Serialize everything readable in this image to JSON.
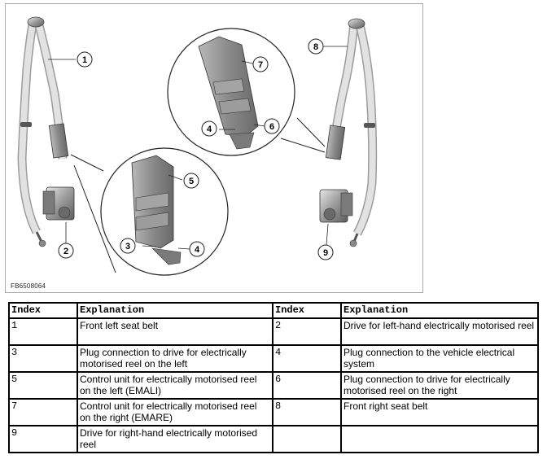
{
  "figure": {
    "id_label": "FB6508064",
    "callouts": [
      "1",
      "2",
      "3",
      "4",
      "5",
      "6",
      "7",
      "4",
      "6",
      "8",
      "9"
    ]
  },
  "table": {
    "headers": [
      "Index",
      "Explanation",
      "Index",
      "Explanation"
    ],
    "rows": [
      [
        {
          "index": "1",
          "text": "Front left seat belt"
        },
        {
          "index": "2",
          "text": "Drive for left-hand electrically motorised reel"
        }
      ],
      [
        {
          "index": "3",
          "text": "Plug connection to drive for electrically motorised reel on the left"
        },
        {
          "index": "4",
          "text": "Plug connection to the vehicle electrical system"
        }
      ],
      [
        {
          "index": "5",
          "text": "Control unit for electrically motorised reel on the left (EMALI)"
        },
        {
          "index": "6",
          "text": "Plug connection to drive for electrically motorised reel on the right"
        }
      ],
      [
        {
          "index": "7",
          "text": "Control unit for electrically motorised reel on the right (EMARE)"
        },
        {
          "index": "8",
          "text": "Front right seat belt"
        }
      ],
      [
        {
          "index": "9",
          "text": "Drive for right-hand electrically motorised reel"
        },
        {
          "index": "",
          "text": ""
        }
      ]
    ]
  }
}
